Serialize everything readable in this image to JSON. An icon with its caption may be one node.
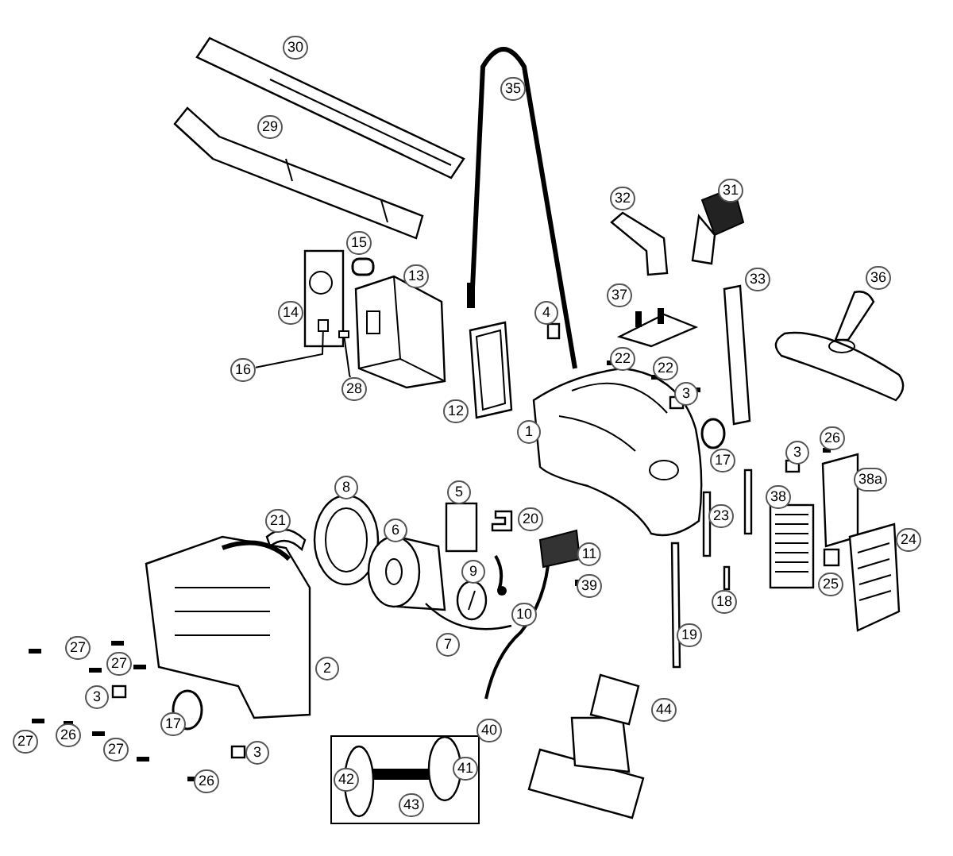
{
  "diagram": {
    "nodes": [
      {
        "text": [
          "30"
        ]
      },
      {
        "text": [
          "35"
        ]
      },
      {
        "text": [
          "29"
        ]
      },
      {
        "text": [
          "31"
        ]
      },
      {
        "text": [
          "32"
        ]
      },
      {
        "text": [
          "15"
        ]
      },
      {
        "text": [
          "13"
        ]
      },
      {
        "text": [
          "36"
        ]
      },
      {
        "text": [
          "33"
        ]
      },
      {
        "text": [
          "37"
        ]
      },
      {
        "text": [
          "14"
        ]
      },
      {
        "text": [
          "4"
        ]
      },
      {
        "text": [
          "22"
        ]
      },
      {
        "text": [
          "22"
        ]
      },
      {
        "text": [
          "16"
        ]
      },
      {
        "text": [],
        "shape": "box"
      },
      {
        "text": [
          "28"
        ]
      },
      {
        "text": [],
        "shape": "box"
      },
      {
        "text": [
          "3"
        ]
      },
      {
        "text": [
          "12"
        ]
      },
      {
        "text": [
          "1"
        ]
      },
      {
        "text": [
          "26"
        ]
      },
      {
        "text": [
          "3"
        ]
      },
      {
        "text": [
          "17"
        ]
      },
      {
        "text": [
          "38a"
        ]
      },
      {
        "text": [
          "8"
        ]
      },
      {
        "text": [
          "5"
        ]
      },
      {
        "text": [
          "38"
        ]
      },
      {
        "text": [
          "23"
        ]
      },
      {
        "text": [
          "20"
        ]
      },
      {
        "text": [
          "21"
        ]
      },
      {
        "text": [
          "6"
        ]
      },
      {
        "text": [
          "24"
        ]
      },
      {
        "text": [
          "11"
        ]
      },
      {
        "text": [
          "9"
        ]
      },
      {
        "text": [
          "25"
        ]
      },
      {
        "text": [
          "39"
        ]
      },
      {
        "text": [
          "18"
        ]
      },
      {
        "text": [
          "10"
        ]
      },
      {
        "text": [
          "19"
        ]
      },
      {
        "text": [
          "7"
        ]
      },
      {
        "text": [
          "27"
        ]
      },
      {
        "text": [
          "27"
        ]
      },
      {
        "text": [
          "2"
        ]
      },
      {
        "text": [
          "3"
        ]
      },
      {
        "text": [
          "44"
        ]
      },
      {
        "text": [
          "42",
          "43",
          "41"
        ],
        "beside": [
          "40"
        ]
      },
      {
        "text": [
          "17"
        ]
      },
      {
        "text": [
          "26"
        ]
      },
      {
        "text": [
          "27"
        ]
      },
      {
        "text": [
          "27"
        ]
      },
      {
        "text": [
          "3"
        ]
      },
      {
        "text": [
          "26"
        ]
      }
    ],
    "edges": [
      {
        "from": 14,
        "to": 15,
        "arrow": "none"
      },
      {
        "from": 16,
        "to": 17,
        "arrow": "none"
      }
    ]
  }
}
